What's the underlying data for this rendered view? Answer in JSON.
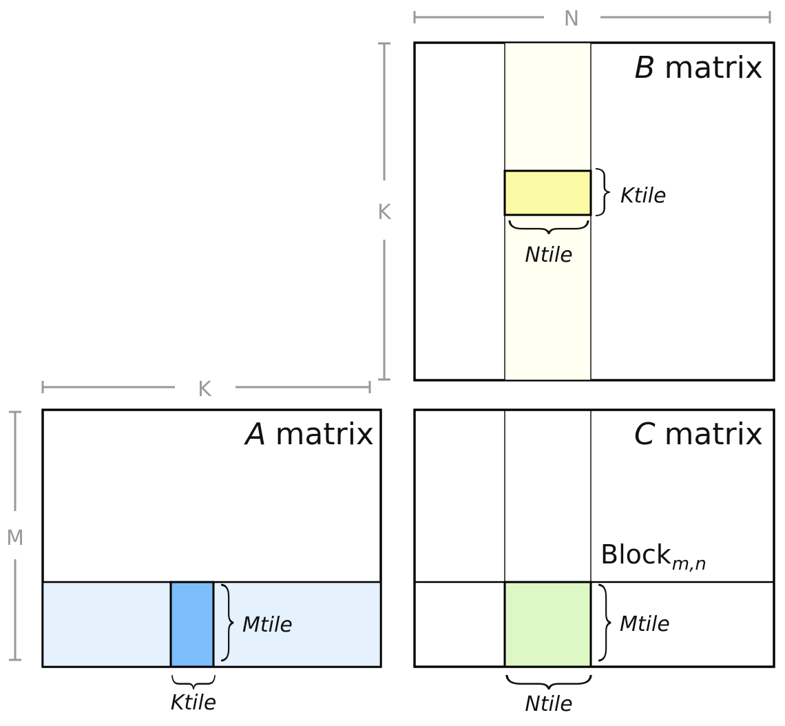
{
  "colors": {
    "background": "#ffffff",
    "outline_black": "#000000",
    "dimension_gray": "#999999",
    "b_column_strip": "#fffff2",
    "b_ktile_tile": "#fbfba6",
    "a_row_strip": "#e5f1fc",
    "a_mtile_tile": "#7ebdfb",
    "c_block_tile": "#ddf8c4",
    "matrix_fill": "#ffffff"
  },
  "dimensions": {
    "n_label": "N",
    "k_label_left_of_b": "K",
    "k_label_above_a": "K",
    "m_label": "M"
  },
  "b_matrix": {
    "letter": "B",
    "title_word": "matrix",
    "ktile_label": "Ktile",
    "ntile_label": "Ntile"
  },
  "a_matrix": {
    "letter": "A",
    "title_word": "matrix",
    "mtile_label": "Mtile",
    "ktile_label": "Ktile"
  },
  "c_matrix": {
    "letter": "C",
    "title_word": "matrix",
    "block_label": "Block",
    "block_subscript": "m,n",
    "mtile_label": "Mtile",
    "ntile_label": "Ntile"
  }
}
